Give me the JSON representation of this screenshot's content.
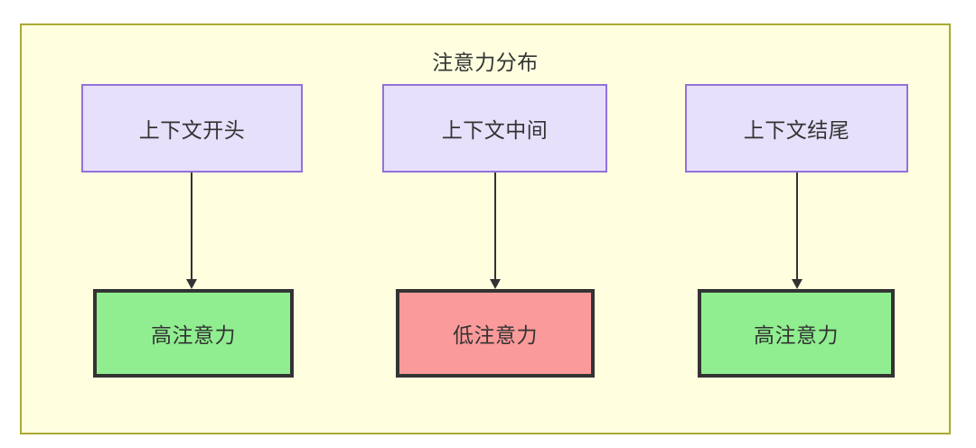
{
  "diagram": {
    "title": "注意力分布",
    "frame_color": "#aaaa33",
    "frame_fill": "#ffffe0",
    "nodes": {
      "context_start": {
        "label": "上下文开头",
        "fill": "#e6e0fa",
        "stroke": "#9370db"
      },
      "context_middle": {
        "label": "上下文中间",
        "fill": "#e6e0fa",
        "stroke": "#9370db"
      },
      "context_end": {
        "label": "上下文结尾",
        "fill": "#e6e0fa",
        "stroke": "#9370db"
      },
      "attention_start": {
        "label": "高注意力",
        "fill": "#90ee90",
        "stroke": "#333333"
      },
      "attention_middle": {
        "label": "低注意力",
        "fill": "#fb9a9a",
        "stroke": "#333333"
      },
      "attention_end": {
        "label": "高注意力",
        "fill": "#90ee90",
        "stroke": "#333333"
      }
    },
    "edges": [
      {
        "from": "context_start",
        "to": "attention_start",
        "arrow": "down-arrow-icon"
      },
      {
        "from": "context_middle",
        "to": "attention_middle",
        "arrow": "down-arrow-icon"
      },
      {
        "from": "context_end",
        "to": "attention_end",
        "arrow": "down-arrow-icon"
      }
    ]
  }
}
